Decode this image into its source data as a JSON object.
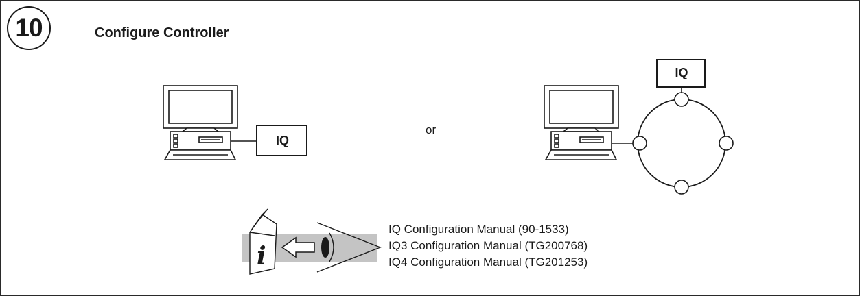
{
  "step": {
    "number": "10",
    "title": "Configure Controller"
  },
  "diagram": {
    "connection_left_label": "IQ",
    "separator": "or",
    "connection_right_label": "IQ"
  },
  "references": {
    "icon": "info-manual-icon",
    "items": [
      "IQ Configuration Manual (90-1533)",
      "IQ3 Configuration Manual (TG200768)",
      "IQ4 Configuration Manual (TG201253)"
    ]
  },
  "colors": {
    "line": "#1a1a1a",
    "band": "#c4c4c4",
    "background": "#ffffff"
  }
}
